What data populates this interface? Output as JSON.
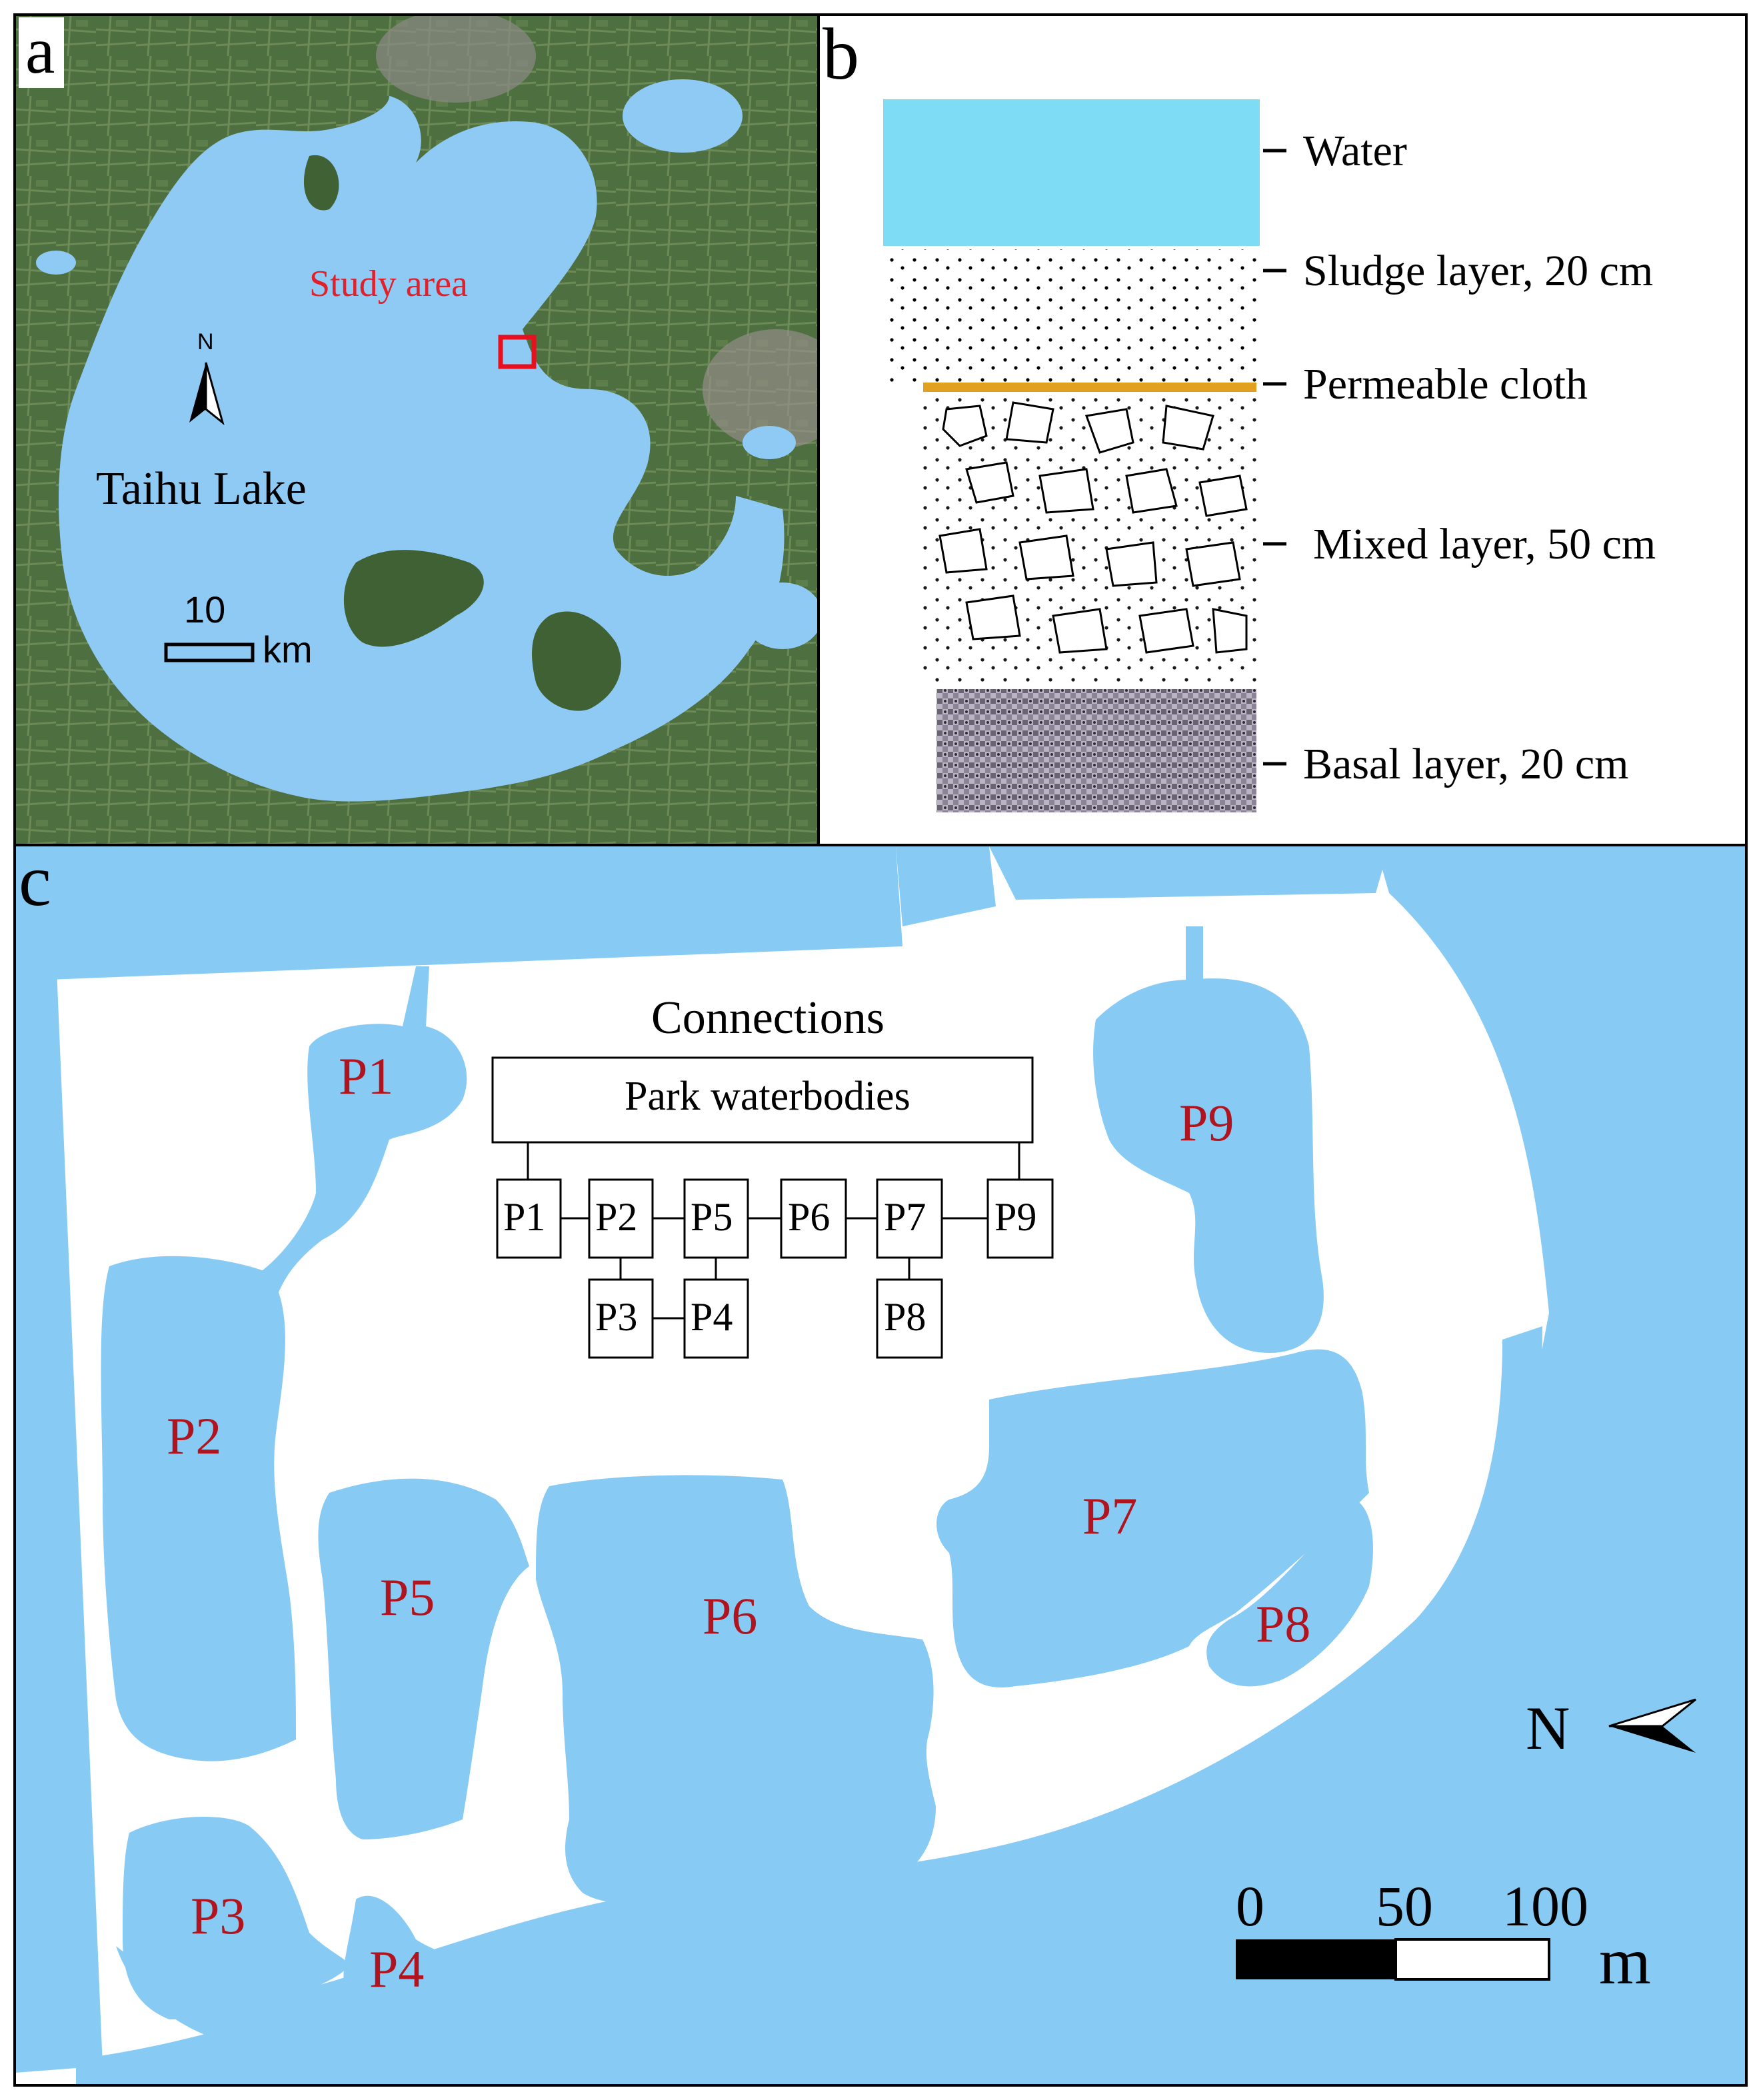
{
  "panel_a": {
    "letter": "a",
    "study_area_label": "Study area",
    "lake_label": "Taihu Lake",
    "north_label": "N",
    "scale_value": "10",
    "scale_unit": "km",
    "colors": {
      "lake": "#8fcaf5",
      "land": "#4a6b3c",
      "study_box": "#e8101e",
      "study_text": "#e0202a"
    }
  },
  "panel_b": {
    "letter": "b",
    "layers": [
      {
        "label": "Water",
        "color": "#7fdcf5"
      },
      {
        "label": "Sludge layer, 20 cm"
      },
      {
        "label": "Permeable cloth",
        "color": "#e0a020"
      },
      {
        "label": "Mixed layer, 50 cm"
      },
      {
        "label": "Basal layer, 20 cm"
      }
    ]
  },
  "panel_c": {
    "letter": "c",
    "ponds": [
      "P1",
      "P2",
      "P3",
      "P4",
      "P5",
      "P6",
      "P7",
      "P8",
      "P9"
    ],
    "connections": {
      "title": "Connections",
      "root": "Park waterbodies",
      "row1": [
        "P1",
        "P2",
        "P5",
        "P6",
        "P7",
        "P9"
      ],
      "row2": [
        "P3",
        "P4",
        "P8"
      ]
    },
    "north_label": "N",
    "scale": {
      "ticks": [
        "0",
        "50",
        "100"
      ],
      "unit": "m"
    },
    "colors": {
      "water": "#87cbf5",
      "pond_label": "#b0141e"
    }
  }
}
